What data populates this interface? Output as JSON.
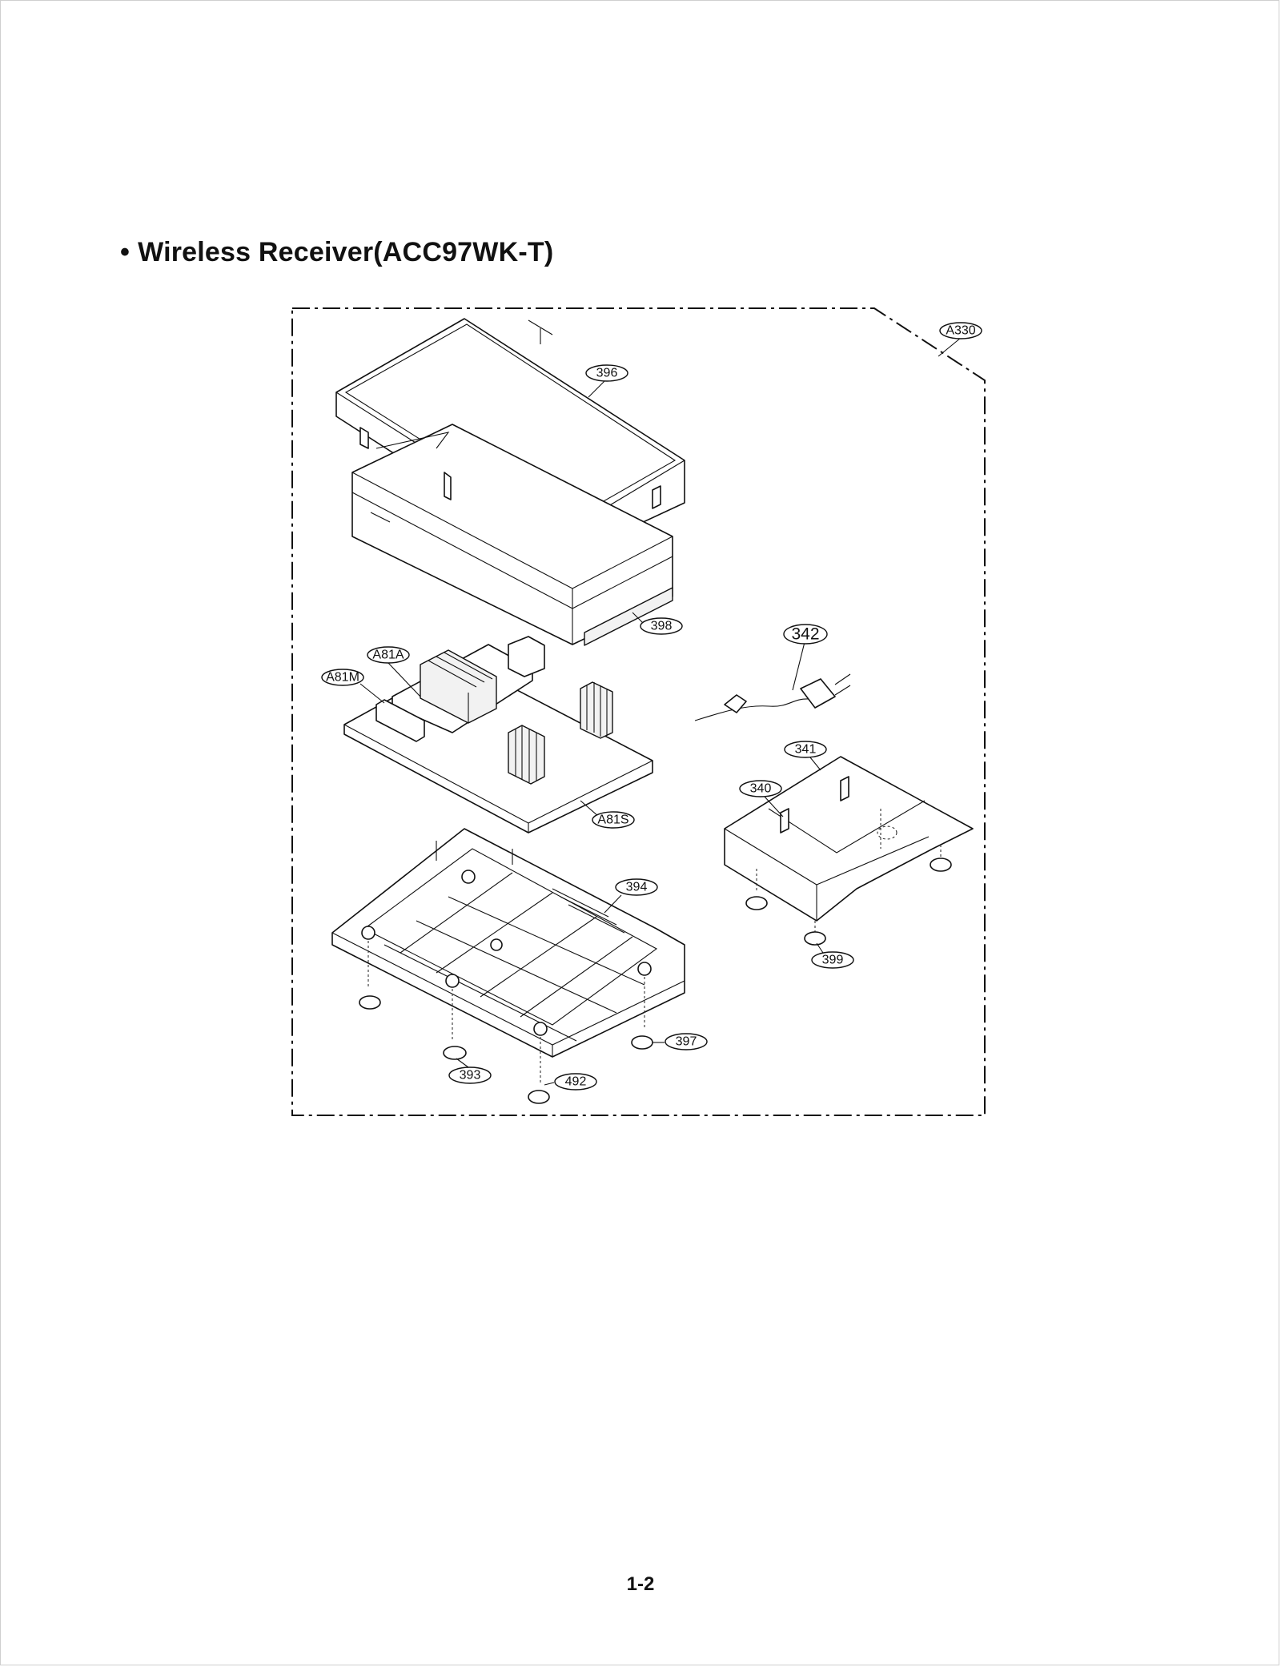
{
  "document": {
    "bullet": "•",
    "title": "Wireless Receiver(ACC97WK-T)",
    "page_number": "1-2"
  },
  "diagram": {
    "assembly_label": "A330",
    "callouts": {
      "top_cover": "396",
      "upper_case": "398",
      "power_cord": "342",
      "board_a": "A81A",
      "board_m": "A81M",
      "main_board": "A81S",
      "stand": "341",
      "stand_pad": "340",
      "bottom_case": "394",
      "stand_feet": "399",
      "foot_397": "397",
      "foot_393": "393",
      "screw_492": "492"
    }
  }
}
